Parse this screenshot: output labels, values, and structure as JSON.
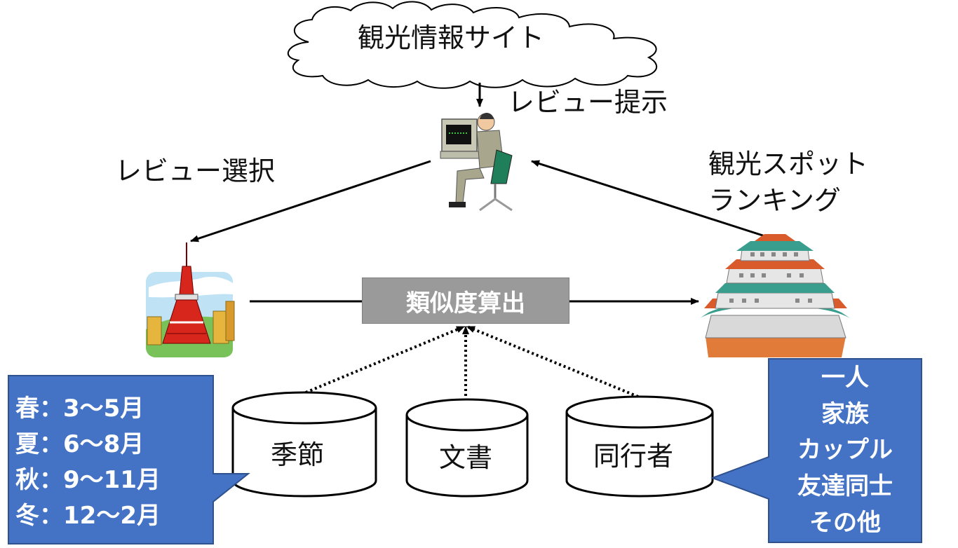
{
  "cloud_label": "観光情報サイト",
  "review_present": "レビュー提示",
  "review_select": "レビュー選択",
  "ranking": [
    "観光スポット",
    "ランキング"
  ],
  "similarity": "類似度算出",
  "databases": [
    "季節",
    "文書",
    "同行者"
  ],
  "season_callout": [
    "春：3〜5月",
    "夏：6〜8月",
    "秋：9〜11月",
    "冬：12〜2月"
  ],
  "companion_callout": [
    "一人",
    "家族",
    "カップル",
    "友達同士",
    "その他"
  ],
  "colors": {
    "callout": "#4472c4",
    "callout_border": "#2f528f",
    "calc_box": "#9a9a9a"
  },
  "icons": [
    "cloud-icon",
    "person-at-computer-icon",
    "tokyo-tower-icon",
    "japanese-castle-icon",
    "database-cylinder-icon"
  ]
}
